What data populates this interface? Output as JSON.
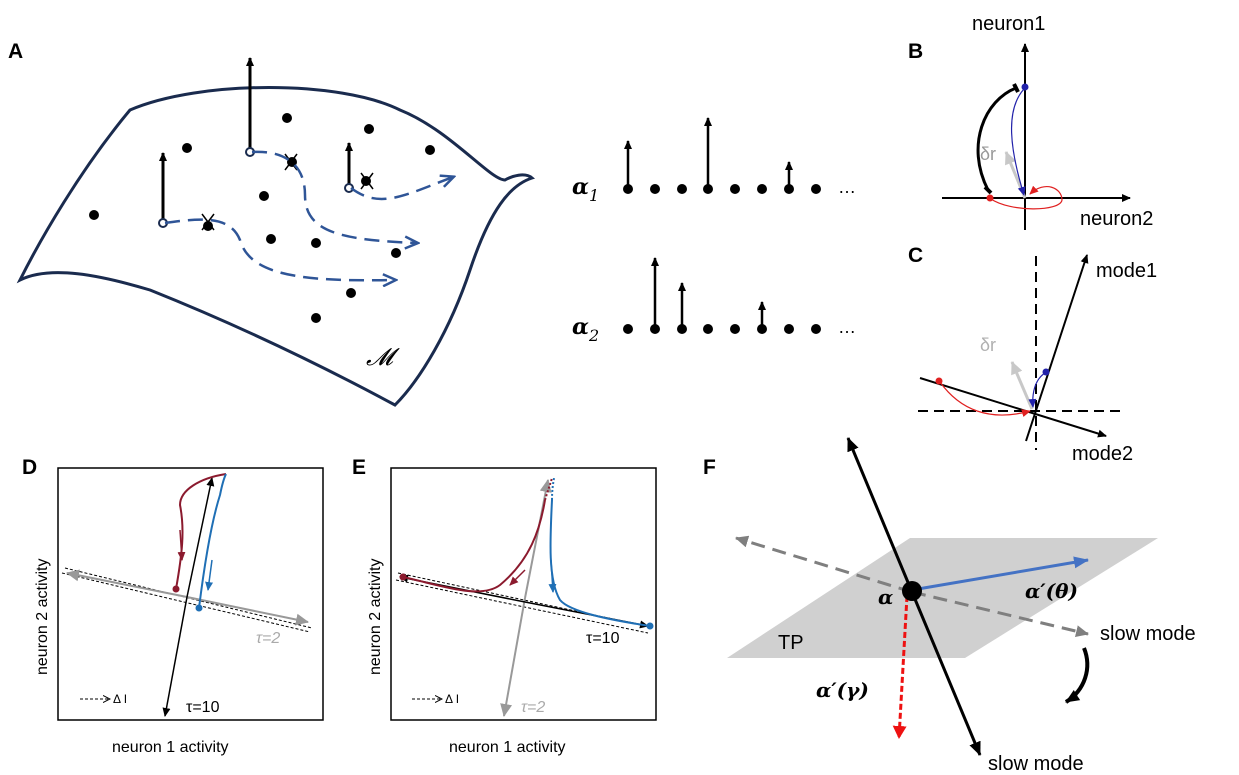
{
  "panels": {
    "a": "A",
    "b": "B",
    "c": "C",
    "d": "D",
    "e": "E",
    "f": "F"
  },
  "panel_a": {
    "manifold_label": "𝓜",
    "alpha1_symbol": "α",
    "alpha1_sub": "1",
    "alpha2_symbol": "α",
    "alpha2_sub": "2",
    "ellipsis": "…"
  },
  "panel_b": {
    "y_axis": "neuron1",
    "x_axis": "neuron2",
    "delta": "δr"
  },
  "panel_c": {
    "mode1": "mode1",
    "mode2": "mode2",
    "delta": "δr"
  },
  "panel_d": {
    "xlabel": "neuron 1 activity",
    "ylabel": "neuron 2 activity",
    "tau_fast": "τ=2",
    "tau_slow": "τ=10",
    "delta_i": "Δ I"
  },
  "panel_e": {
    "xlabel": "neuron 1 activity",
    "ylabel": "neuron 2 activity",
    "tau_fast": "τ=2",
    "tau_slow": "τ=10",
    "delta_i": "Δ I"
  },
  "panel_f": {
    "tp": "TP",
    "alpha": "α",
    "alpha_theta": "α′(θ)",
    "alpha_gamma": "α′(γ)",
    "slow_mode_top": "slow mode",
    "slow_mode_bottom": "slow mode"
  },
  "colors": {
    "manifold": "#1a2b4e",
    "traj_blue": "#2f5597",
    "red": "#e02020",
    "dark_red": "#8b1a2e",
    "blue": "#1f6fb5",
    "navy": "#2222aa",
    "gray": "#999999",
    "tp_fill": "#d0d0d0"
  }
}
